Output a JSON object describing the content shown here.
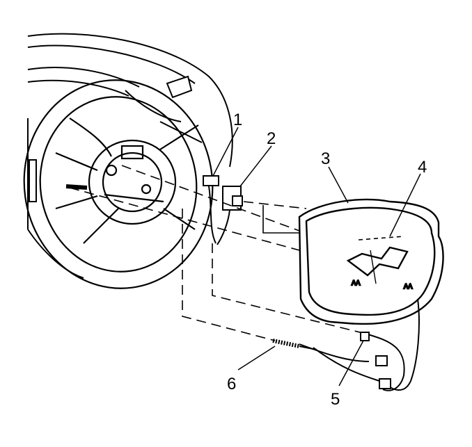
{
  "figure": {
    "subject": "steering wheel airbag module removal / installation",
    "callouts": [
      {
        "id": "c1",
        "label": "1"
      },
      {
        "id": "c2",
        "label": "2"
      },
      {
        "id": "c3",
        "label": "3"
      },
      {
        "id": "c4",
        "label": "4"
      },
      {
        "id": "c5",
        "label": "5"
      },
      {
        "id": "c6",
        "label": "6"
      }
    ],
    "colors": {
      "ink": "#000000",
      "paper": "#ffffff",
      "shade": "#e6e6e6"
    }
  }
}
